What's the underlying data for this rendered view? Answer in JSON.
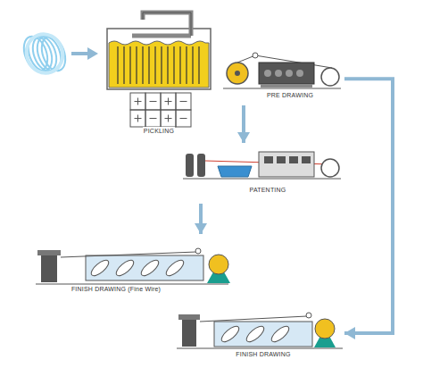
{
  "diagram": {
    "nodes": [
      {
        "text": [
          "PICKLING"
        ]
      },
      {
        "text": [
          "PRE DRAWING"
        ]
      },
      {
        "text": [
          "PATENTING"
        ]
      },
      {
        "text": [
          "FINISH DRAWING (Fine Wire)"
        ]
      },
      {
        "text": [
          "FINISH DRAWING"
        ]
      }
    ],
    "edges": [
      {
        "from": 1,
        "to": 2,
        "arrow": "to"
      },
      {
        "from": 1,
        "to": 4,
        "arrow": "to"
      },
      {
        "from": 2,
        "to": 3,
        "arrow": "to"
      }
    ]
  }
}
